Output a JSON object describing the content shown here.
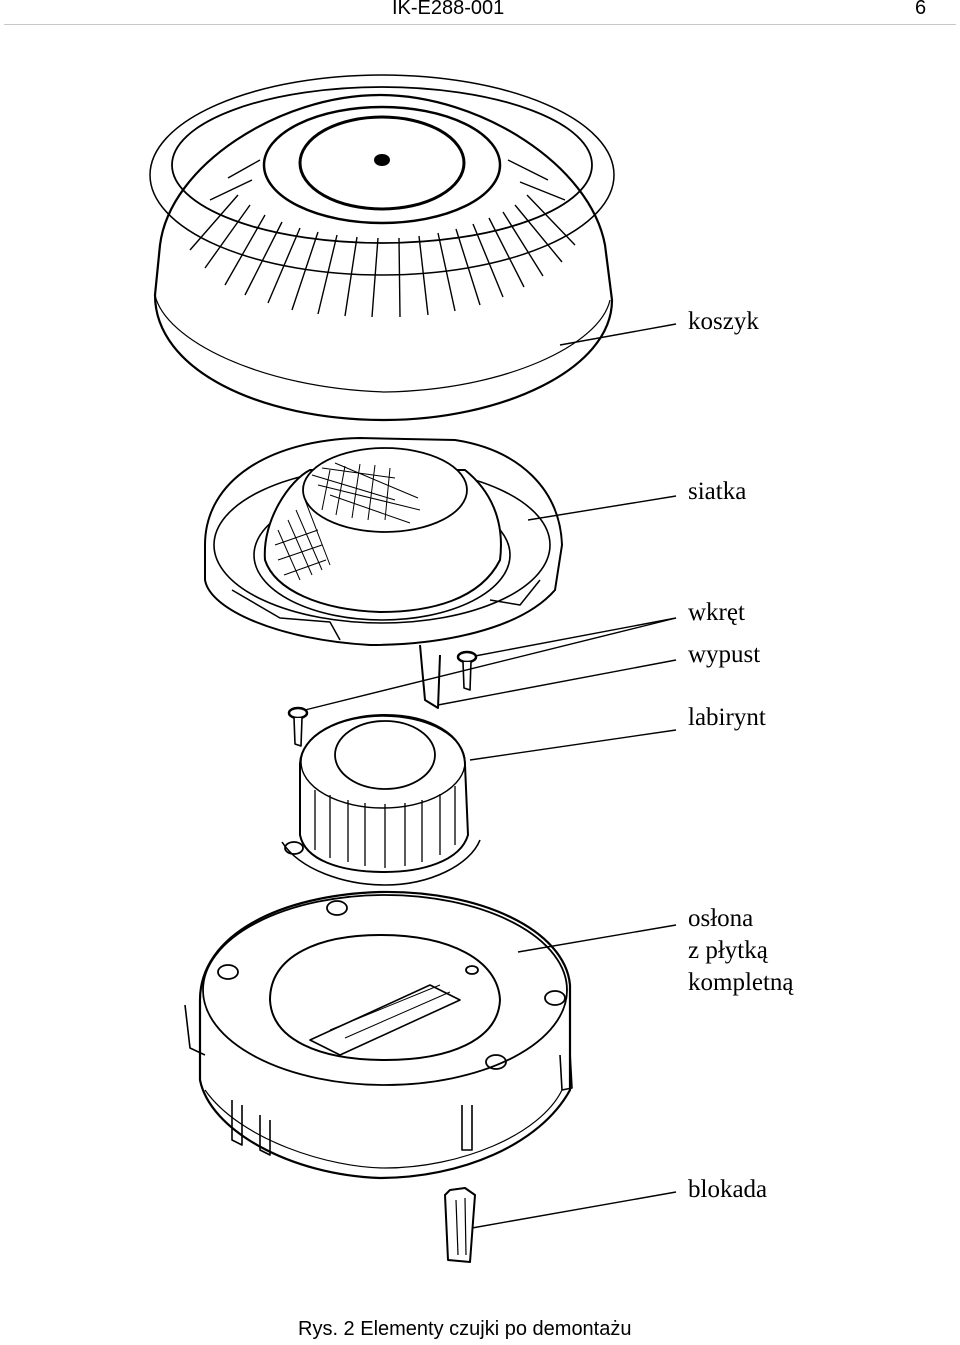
{
  "header": {
    "document_code": "IK-E288-001",
    "page_number": "6"
  },
  "figure": {
    "labels": {
      "koszyk": "koszyk",
      "siatka": "siatka",
      "wkret": "wkręt",
      "wypust": "wypust",
      "labirynt": "labirynt",
      "oslona_line1": "osłona",
      "oslona_line2": "z płytką",
      "oslona_line3": "kompletną",
      "blokada": "blokada"
    },
    "caption": "Rys. 2 Elementy czujki po demontażu"
  }
}
